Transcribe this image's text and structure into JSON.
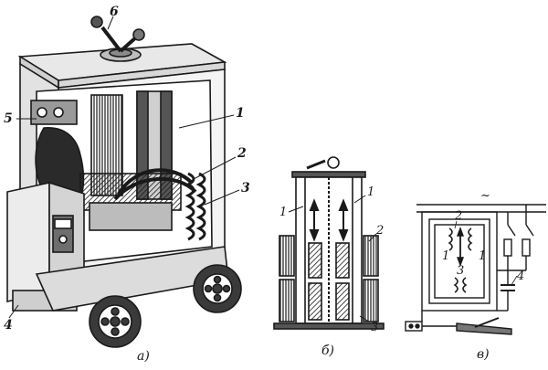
{
  "panels": [
    {
      "id": "a",
      "caption": "а)",
      "callouts": [
        "6",
        "1",
        "5",
        "2",
        "3",
        "4"
      ]
    },
    {
      "id": "b",
      "caption": "б)",
      "callouts": [
        "1",
        "1",
        "2",
        "3"
      ]
    },
    {
      "id": "v",
      "caption": "в)",
      "supply_symbol": "~",
      "callouts": [
        "2",
        "1",
        "3",
        "1",
        "4"
      ]
    }
  ],
  "colors": {
    "ink": "#1a1a1a",
    "paper": "#ffffff",
    "hatch": "#3a3a3a"
  }
}
